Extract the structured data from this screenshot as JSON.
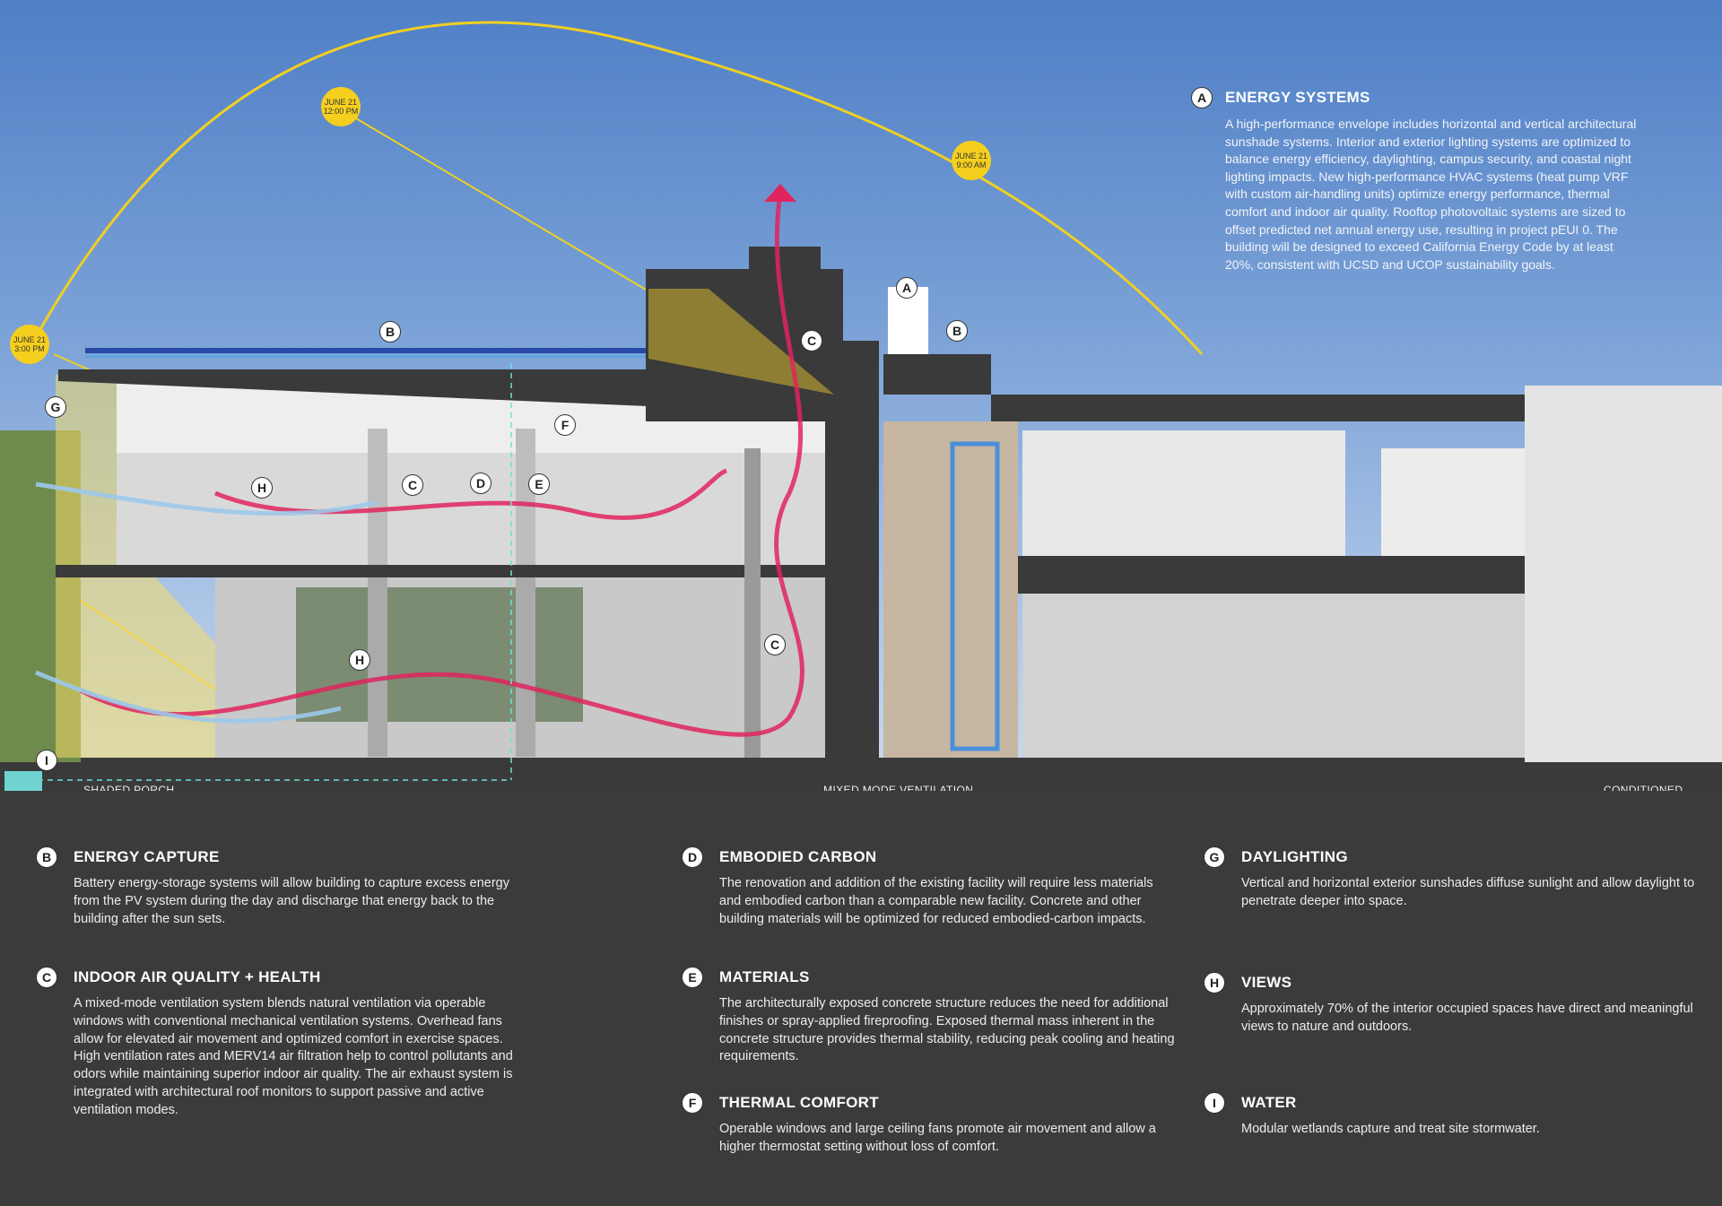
{
  "diagram": {
    "sun_positions": [
      {
        "line1": "JUNE 21",
        "line2": "3:00 PM"
      },
      {
        "line1": "JUNE 21",
        "line2": "12:00 PM"
      },
      {
        "line1": "JUNE 21",
        "line2": "9:00 AM"
      }
    ],
    "markers": [
      "A",
      "B",
      "C",
      "D",
      "E",
      "F",
      "G",
      "H",
      "I"
    ],
    "zones": {
      "shaded_porch": "SHADED PORCH",
      "mixed_mode": "MIXED MODE VENTILATION",
      "conditioned": "CONDITIONED"
    },
    "colors": {
      "sun": "#f5cf1e",
      "airflow_warm": "#e0245e",
      "airflow_cool": "#9cc8ea",
      "structure": "#3a3a3a",
      "pv_blue": "#2a4aa8",
      "stair_blue": "#4a90d9"
    }
  },
  "energy_systems": {
    "marker": "A",
    "title": "ENERGY SYSTEMS",
    "body": "A high-performance envelope includes horizontal and vertical architectural sunshade systems. Interior and exterior lighting systems are optimized to balance energy efficiency, daylighting, campus security, and coastal night lighting impacts. New high-performance HVAC systems (heat pump VRF with custom air-handling units) optimize energy performance, thermal comfort and indoor air quality. Rooftop photovoltaic systems are sized to offset predicted net annual energy use, resulting in project pEUI 0. The building will be designed to exceed California Energy Code by at least 20%, consistent with UCSD and UCOP sustainability goals."
  },
  "items": [
    {
      "marker": "B",
      "title": "ENERGY CAPTURE",
      "body": "Battery energy-storage systems will allow building to capture excess energy from the PV system during the day and discharge that energy back to the building after the sun sets."
    },
    {
      "marker": "C",
      "title": "INDOOR AIR QUALITY + HEALTH",
      "body": "A mixed-mode ventilation system blends natural ventilation via operable windows with conventional mechanical ventilation systems. Overhead fans allow for elevated air movement and optimized comfort in exercise spaces. High ventilation rates and MERV14 air filtration help to control pollutants and odors while maintaining superior indoor air quality. The air exhaust system is integrated with architectural roof monitors to support passive and active ventilation modes."
    },
    {
      "marker": "D",
      "title": "EMBODIED CARBON",
      "body": "The renovation and addition of the existing facility will require less materials and embodied carbon than a comparable new facility. Concrete and other building materials will be optimized for reduced embodied-carbon impacts."
    },
    {
      "marker": "E",
      "title": "MATERIALS",
      "body": "The architecturally exposed concrete structure reduces the need for additional finishes or spray-applied fireproofing. Exposed thermal mass inherent in the concrete structure provides thermal stability, reducing peak cooling and heating requirements."
    },
    {
      "marker": "F",
      "title": "THERMAL COMFORT",
      "body": "Operable windows and large ceiling fans promote air movement and allow a higher thermostat setting without loss of comfort."
    },
    {
      "marker": "G",
      "title": "DAYLIGHTING",
      "body": "Vertical and horizontal exterior sunshades diffuse sunlight and allow daylight to penetrate deeper into space."
    },
    {
      "marker": "H",
      "title": "VIEWS",
      "body": "Approximately 70% of the interior occupied spaces have direct and meaningful views to nature and outdoors."
    },
    {
      "marker": "I",
      "title": "WATER",
      "body": "Modular wetlands capture and treat site stormwater."
    }
  ]
}
